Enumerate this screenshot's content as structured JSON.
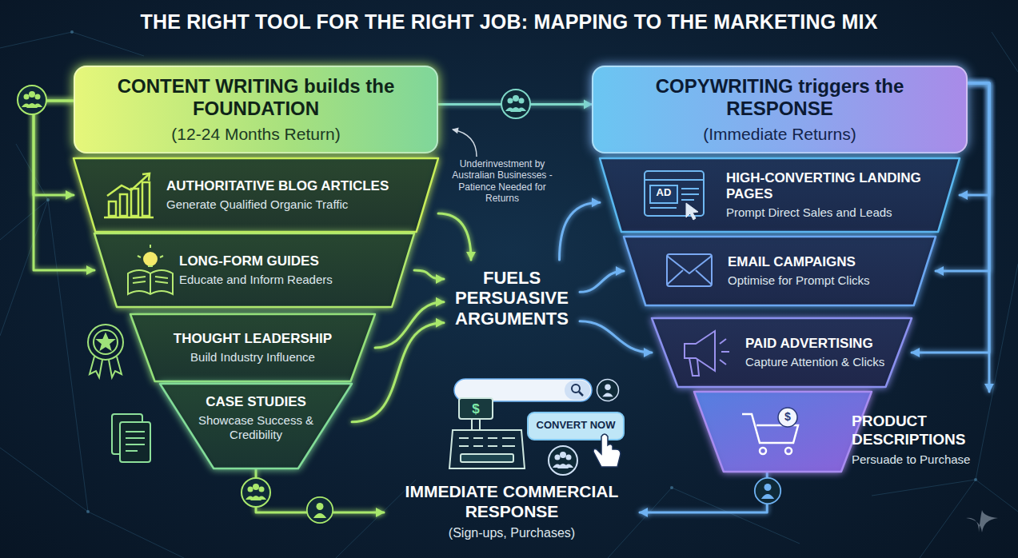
{
  "diagram": {
    "title": "THE RIGHT TOOL FOR THE RIGHT JOB: MAPPING TO THE MARKETING MIX",
    "nodes": [
      {
        "text": [
          "CONTENT WRITING builds the FOUNDATION",
          "(12-24 Months Return)"
        ]
      },
      {
        "text": [
          "AUTHORITATIVE BLOG ARTICLES",
          "Generate Qualified Organic Traffic"
        ]
      },
      {
        "text": [
          "LONG-FORM GUIDES",
          "Educate and Inform Readers"
        ]
      },
      {
        "text": [
          "THOUGHT LEADERSHIP",
          "Build Industry Influence"
        ]
      },
      {
        "text": [
          "CASE STUDIES",
          "Showcase Success & Credibility"
        ]
      },
      {
        "text": [
          "COPYWRITING triggers the RESPONSE",
          "(Immediate Returns)"
        ]
      },
      {
        "text": [
          "HIGH-CONVERTING LANDING PAGES",
          "Prompt Direct Sales and Leads"
        ]
      },
      {
        "text": [
          "EMAIL CAMPAIGNS",
          "Optimise for Prompt Clicks"
        ]
      },
      {
        "text": [
          "PAID ADVERTISING",
          "Capture Attention & Clicks"
        ]
      },
      {
        "text": [
          "PRODUCT DESCRIPTIONS",
          "Persuade to Purchase"
        ]
      },
      {
        "text": [
          "FUELS PERSUASIVE ARGUMENTS"
        ]
      },
      {
        "text": [
          "IMMEDIATE COMMERCIAL RESPONSE",
          "(Sign-ups, Purchases)"
        ]
      }
    ],
    "edges": [
      {
        "from": 0,
        "to": 5,
        "arrow": "to"
      },
      {
        "from": 0,
        "to": 1,
        "arrow": "to"
      },
      {
        "from": 0,
        "to": 2,
        "arrow": "to"
      },
      {
        "from": 1,
        "to": 10,
        "arrow": "to"
      },
      {
        "from": 2,
        "to": 10,
        "arrow": "to"
      },
      {
        "from": 3,
        "to": 10,
        "arrow": "to"
      },
      {
        "from": 4,
        "to": 10,
        "arrow": "to"
      },
      {
        "from": 10,
        "to": 6,
        "arrow": "to"
      },
      {
        "from": 10,
        "to": 7,
        "arrow": "to"
      },
      {
        "from": 10,
        "to": 8,
        "arrow": "to"
      },
      {
        "from": 5,
        "to": 6,
        "arrow": "to"
      },
      {
        "from": 5,
        "to": 7,
        "arrow": "to"
      },
      {
        "from": 5,
        "to": 8,
        "arrow": "to"
      },
      {
        "from": 5,
        "to": 9,
        "arrow": "to"
      },
      {
        "from": 4,
        "to": 11,
        "arrow": "to"
      },
      {
        "from": 9,
        "to": 11,
        "arrow": "to"
      }
    ],
    "labels": [
      "Underinvestment by Australian Businesses - Patience Needed for Returns",
      "AD",
      "$",
      "$",
      "CONVERT NOW"
    ]
  }
}
